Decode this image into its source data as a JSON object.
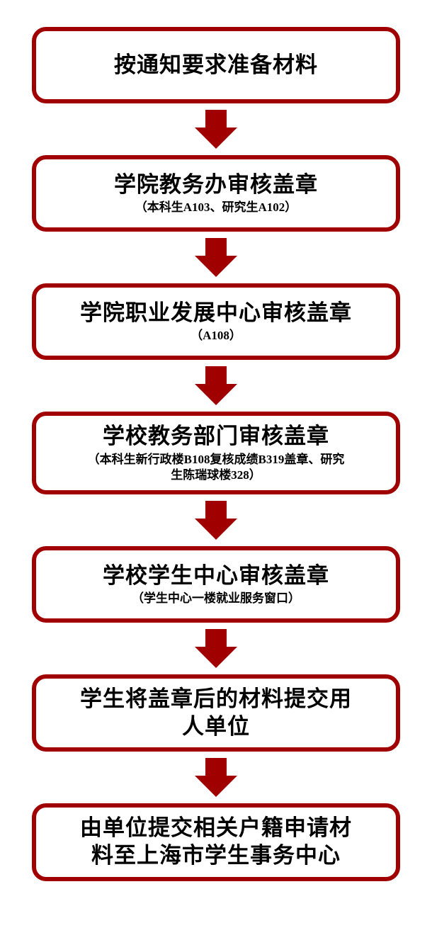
{
  "flowchart": {
    "colors": {
      "border": "#a00000",
      "arrow": "#a00000",
      "text": "#000000",
      "background": "#ffffff"
    },
    "steps": [
      {
        "title": "按通知要求准备材料",
        "subtitle": ""
      },
      {
        "title": "学院教务办审核盖章",
        "subtitle": "（本科生A103、研究生A102）"
      },
      {
        "title": "学院职业发展中心审核盖章",
        "subtitle": "（A108）"
      },
      {
        "title": "学校教务部门审核盖章",
        "subtitle": "（本科生新行政楼B108复核成绩B319盖章、研究\n生陈瑞球楼328）"
      },
      {
        "title": "学校学生中心审核盖章",
        "subtitle": "（学生中心一楼就业服务窗口）"
      },
      {
        "title": "学生将盖章后的材料提交用\n人单位",
        "subtitle": ""
      },
      {
        "title": "由单位提交相关户籍申请材\n料至上海市学生事务中心",
        "subtitle": ""
      }
    ]
  }
}
